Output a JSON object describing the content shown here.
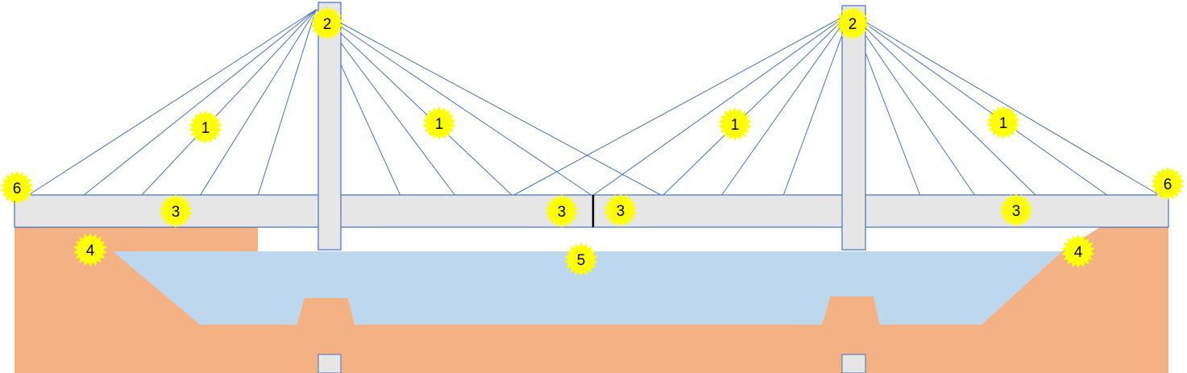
{
  "colors": {
    "ground": "#F4B183",
    "water": "#BDD7EE",
    "deck": "#E7E6E6",
    "pylon": "#E7E6E6",
    "outline": "#4472C4",
    "cable": "#4472C4",
    "marker": "#FFFF00",
    "marker_text": "#000000"
  },
  "markers": [
    {
      "label": "1"
    },
    {
      "label": "1"
    },
    {
      "label": "1"
    },
    {
      "label": "1"
    },
    {
      "label": "2"
    },
    {
      "label": "2"
    },
    {
      "label": "3"
    },
    {
      "label": "3"
    },
    {
      "label": "3"
    },
    {
      "label": "3"
    },
    {
      "label": "4"
    },
    {
      "label": "4"
    },
    {
      "label": "5"
    },
    {
      "label": "6"
    },
    {
      "label": "6"
    }
  ]
}
